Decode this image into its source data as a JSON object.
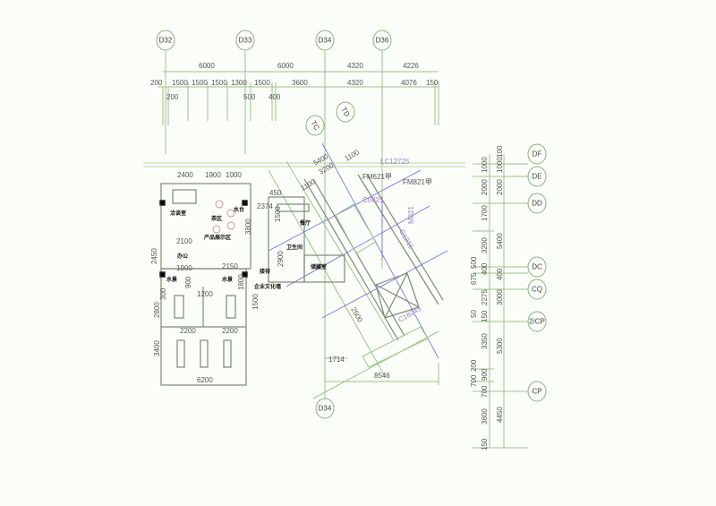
{
  "axes_top": [
    "D32",
    "D33",
    "D34",
    "D36"
  ],
  "axis_bottom": "D34",
  "axes_right": [
    "DF",
    "DE",
    "DD",
    "DC",
    "CQ",
    "2/CP",
    "CP"
  ],
  "axes_diag": [
    "TC",
    "TD"
  ],
  "dims_top_row1": [
    "6000",
    "6000",
    "4320",
    "4226"
  ],
  "dims_top_row2": [
    "200",
    "1500",
    "1500",
    "1500",
    "1300",
    "1500",
    "3600",
    "4320",
    "4076",
    "150"
  ],
  "dims_top_row3": [
    "200",
    "500",
    "400"
  ],
  "dims_right_outer": [
    "1000",
    "2000",
    "1700",
    "3200",
    "500",
    "400",
    "675",
    "2275",
    "50",
    "150",
    "3350",
    "200",
    "900",
    "700",
    "700",
    "3600",
    "150"
  ],
  "dims_right_inner": [
    "100",
    "1000",
    "2000",
    "5400",
    "400",
    "3000",
    "5300",
    "4450"
  ],
  "rooms": [
    "洽谈室",
    "茶区",
    "水台",
    "产品展示区",
    "办公",
    "水景",
    "水景",
    "接待",
    "企业文化墙",
    "餐厅",
    "卫生间",
    "储藏室"
  ],
  "doors": [
    "LC12725",
    "FM621甲",
    "FM821甲",
    "C0825",
    "M821",
    "C1216",
    "C18245"
  ],
  "plan_dims": [
    "2400",
    "1900",
    "1000",
    "2374",
    "450",
    "1500",
    "3800",
    "2100",
    "2450",
    "1900",
    "2150",
    "1500",
    "900",
    "1200",
    "2800",
    "2200",
    "2200",
    "3400",
    "6200",
    "300",
    "1800",
    "2900",
    "5400",
    "3200",
    "1100",
    "1100",
    "2500",
    "1714",
    "8546"
  ]
}
